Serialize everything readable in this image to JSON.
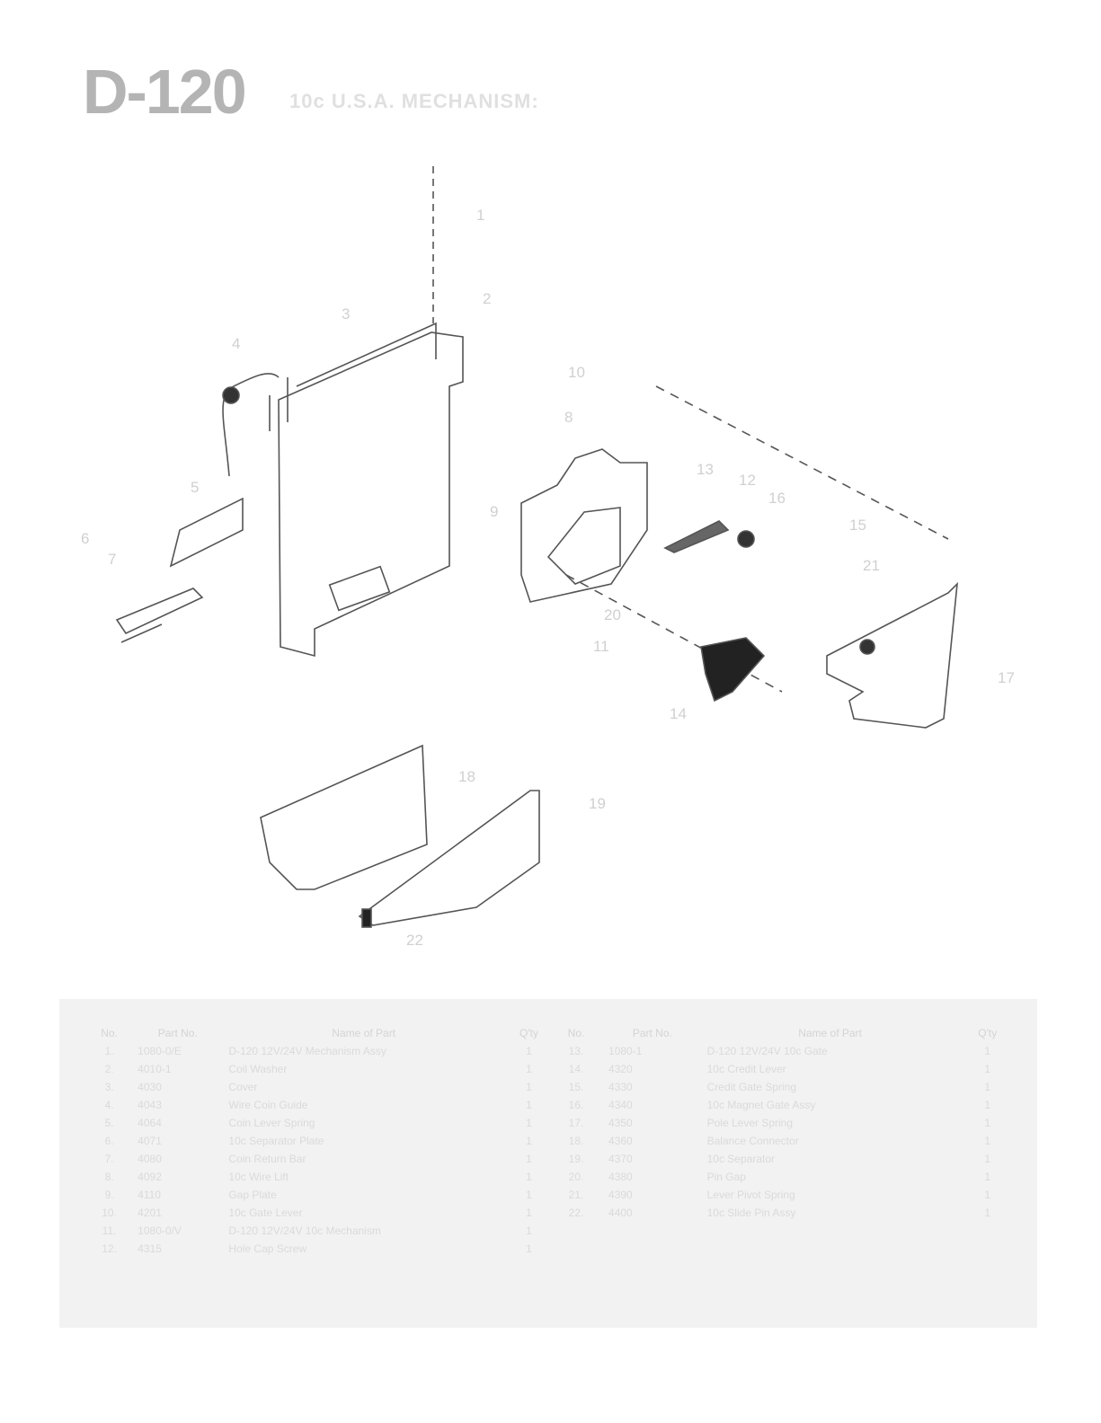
{
  "header": {
    "model": "D-120",
    "subtitle": "10c U.S.A. MECHANISM:"
  },
  "diagram": {
    "callouts": [
      "1",
      "2",
      "3",
      "4",
      "5",
      "6",
      "7",
      "8",
      "9",
      "10",
      "11",
      "12",
      "13",
      "14",
      "15",
      "16",
      "17",
      "18",
      "19",
      "20",
      "21",
      "22"
    ]
  },
  "parts_table": {
    "columns": [
      "No.",
      "Part No.",
      "Name of Part",
      "Q'ty"
    ],
    "left_rows": [
      {
        "no": "1.",
        "part": "1080-0/E",
        "name": "D-120 12V/24V Mechanism Assy",
        "qty": "1"
      },
      {
        "no": "2.",
        "part": "4010-1",
        "name": "Coil Washer",
        "qty": "1"
      },
      {
        "no": "3.",
        "part": "4030",
        "name": "Cover",
        "qty": "1"
      },
      {
        "no": "4.",
        "part": "4043",
        "name": "Wire Coin Guide",
        "qty": "1"
      },
      {
        "no": "5.",
        "part": "4064",
        "name": "Coin Lever Spring",
        "qty": "1"
      },
      {
        "no": "6.",
        "part": "4071",
        "name": "10c Separator Plate",
        "qty": "1"
      },
      {
        "no": "7.",
        "part": "4080",
        "name": "Coin Return Bar",
        "qty": "1"
      },
      {
        "no": "8.",
        "part": "4092",
        "name": "10c Wire Lift",
        "qty": "1"
      },
      {
        "no": "9.",
        "part": "4110",
        "name": "Gap Plate",
        "qty": "1"
      },
      {
        "no": "10.",
        "part": "4201",
        "name": "10c Gate Lever",
        "qty": "1"
      },
      {
        "no": "11.",
        "part": "1080-0/V",
        "name": "D-120 12V/24V 10c Mechanism",
        "qty": "1"
      },
      {
        "no": "12.",
        "part": "4315",
        "name": "Hole Cap Screw",
        "qty": "1"
      }
    ],
    "right_rows": [
      {
        "no": "13.",
        "part": "1080-1",
        "name": "D-120 12V/24V 10c Gate",
        "qty": "1"
      },
      {
        "no": "14.",
        "part": "4320",
        "name": "10c Credit Lever",
        "qty": "1"
      },
      {
        "no": "15.",
        "part": "4330",
        "name": "Credit Gate Spring",
        "qty": "1"
      },
      {
        "no": "16.",
        "part": "4340",
        "name": "10c Magnet Gate Assy",
        "qty": "1"
      },
      {
        "no": "17.",
        "part": "4350",
        "name": "Pole Lever Spring",
        "qty": "1"
      },
      {
        "no": "18.",
        "part": "4360",
        "name": "Balance Connector",
        "qty": "1"
      },
      {
        "no": "19.",
        "part": "4370",
        "name": "10c Separator",
        "qty": "1"
      },
      {
        "no": "20.",
        "part": "4380",
        "name": "Pin Gap",
        "qty": "1"
      },
      {
        "no": "21.",
        "part": "4390",
        "name": "Lever Pivot Spring",
        "qty": "1"
      },
      {
        "no": "22.",
        "part": "4400",
        "name": "10c Slide Pin Assy",
        "qty": "1"
      }
    ]
  }
}
